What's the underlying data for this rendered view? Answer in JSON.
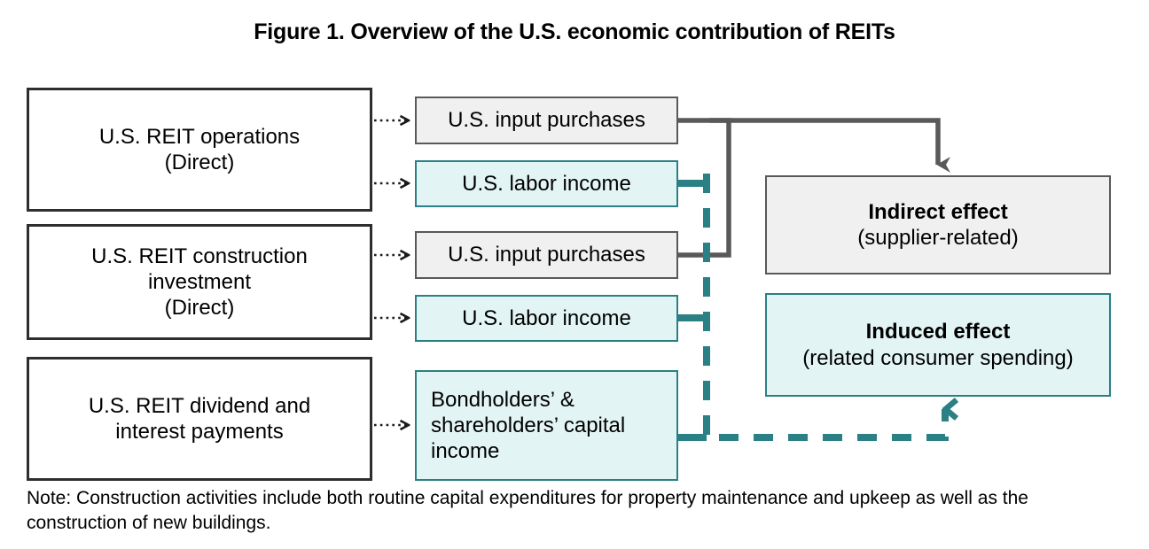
{
  "figure": {
    "title": "Figure 1. Overview of the U.S. economic contribution of REITs",
    "note": "Note: Construction activities include both routine capital expenditures for property maintenance and upkeep as well as the construction of new buildings."
  },
  "colors": {
    "dark_outline": "#2e2e2e",
    "gray_border": "#595959",
    "gray_fill": "#f0f0f0",
    "teal_border": "#2a8085",
    "teal_fill": "#e3f4f4",
    "gray_connector": "#595959",
    "teal_connector": "#2a8085",
    "dotted_connector": "#1a1a1a",
    "background": "#ffffff"
  },
  "direct_inputs": [
    {
      "id": "reit-operations",
      "label": "U.S. REIT operations\n(Direct)"
    },
    {
      "id": "reit-construction-investment",
      "label": "U.S. REIT construction\ninvestment\n(Direct)"
    },
    {
      "id": "reit-dividend-interest",
      "label": "U.S. REIT dividend and\ninterest payments"
    }
  ],
  "channels": [
    {
      "id": "operations-input-purchases",
      "label": "U.S. input purchases",
      "style": "gray"
    },
    {
      "id": "operations-labor-income",
      "label": "U.S. labor income",
      "style": "teal"
    },
    {
      "id": "construction-input-purchases",
      "label": "U.S. input purchases",
      "style": "gray"
    },
    {
      "id": "construction-labor-income",
      "label": "U.S. labor income",
      "style": "teal"
    },
    {
      "id": "capital-income",
      "label": "Bondholders’ &\nshareholders’ capital\nincome",
      "style": "teal"
    }
  ],
  "effects": [
    {
      "id": "indirect-effect",
      "title": "Indirect effect",
      "subtitle": "(supplier-related)",
      "style": "gray"
    },
    {
      "id": "induced-effect",
      "title": "Induced effect",
      "subtitle": "(related consumer spending)",
      "style": "teal"
    }
  ],
  "connectors": {
    "dotted_arrow_count": 5,
    "gray_solid_label": "input purchases to indirect effect",
    "teal_dashed_label": "labor and capital income to induced effect"
  }
}
